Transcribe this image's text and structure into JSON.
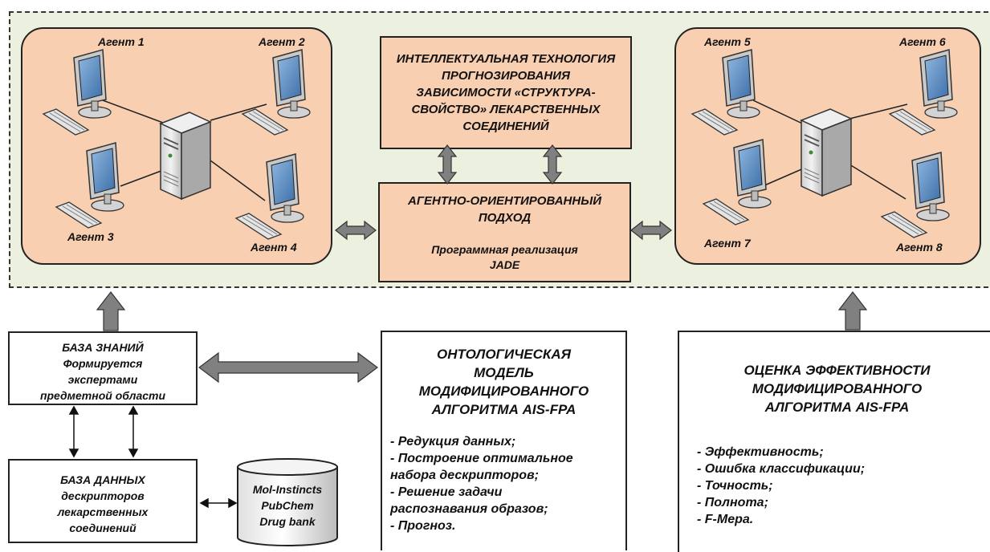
{
  "agents": {
    "a1": "Агент 1",
    "a2": "Агент 2",
    "a3": "Агент 3",
    "a4": "Агент 4",
    "a5": "Агент 5",
    "a6": "Агент 6",
    "a7": "Агент 7",
    "a8": "Агент 8"
  },
  "tech_box": {
    "line1": "ИНТЕЛЛЕКТУАЛЬНАЯ ТЕХНОЛОГИЯ",
    "line2": "ПРОГНОЗИРОВАНИЯ",
    "line3": "ЗАВИСИМОСТИ «СТРУКТУРА-",
    "line4": "СВОЙСТВО» ЛЕКАРСТВЕННЫХ",
    "line5": "СОЕДИНЕНИЙ"
  },
  "agent_box": {
    "line1": "АГЕНТНО-ОРИЕНТИРОВАННЫЙ",
    "line2": "ПОДХОД",
    "line3": "Программная реализация",
    "line4": "JADE"
  },
  "knowledge_box": {
    "line1": "БАЗА ЗНАНИЙ",
    "line2": "Формируется",
    "line3": "экспертами",
    "line4": "предметной области"
  },
  "database_box": {
    "line1": "БАЗА ДАННЫХ",
    "line2": "дескрипторов",
    "line3": "лекарственных",
    "line4": "соединений"
  },
  "sources": {
    "line1": "Mol-Instincts",
    "line2": "PubChem",
    "line3": "Drug bank"
  },
  "ontology_box": {
    "title1": "ОНТОЛОГИЧЕСКАЯ",
    "title2": "МОДЕЛЬ",
    "title3": "МОДИФИЦИРОВАННОГО",
    "title4": "АЛГОРИТМА AIS-FPA",
    "items": [
      "- Редукция данных;",
      "- Построение оптимальное",
      "набора дескрипторов;",
      "- Решение задачи",
      "распознавания образов;",
      "- Прогноз."
    ]
  },
  "evaluation_box": {
    "title1": "ОЦЕНКА ЭФФЕКТИВНОСТИ",
    "title2": "МОДИФИЦИРОВАННОГО",
    "title3": "АЛГОРИТМА AIS-FPA",
    "items": [
      "- Эффективность;",
      "- Ошибка классификации;",
      "- Точность;",
      "- Полнота;",
      "- F-Мера."
    ]
  },
  "colors": {
    "panel": "#ebf1de",
    "box_fill": "#f9cfb1",
    "arrow": "#808080"
  }
}
